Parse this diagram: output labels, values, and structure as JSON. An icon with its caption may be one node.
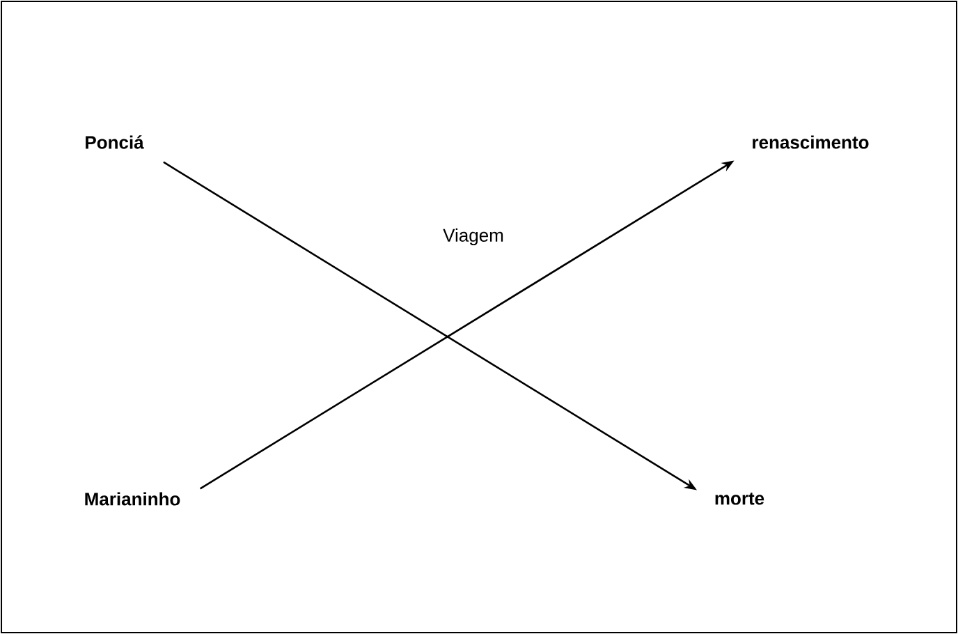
{
  "diagram": {
    "nodes": [
      {
        "text": [
          "Ponciá"
        ]
      },
      {
        "text": [
          "renascimento"
        ]
      },
      {
        "text": [
          "Marianinho"
        ]
      },
      {
        "text": [
          "morte"
        ]
      }
    ],
    "edges": [
      {
        "from": 0,
        "to": 3,
        "arrow": "to"
      },
      {
        "from": 2,
        "to": 1,
        "arrow": "to"
      }
    ],
    "labels": [
      "Viagem"
    ]
  }
}
